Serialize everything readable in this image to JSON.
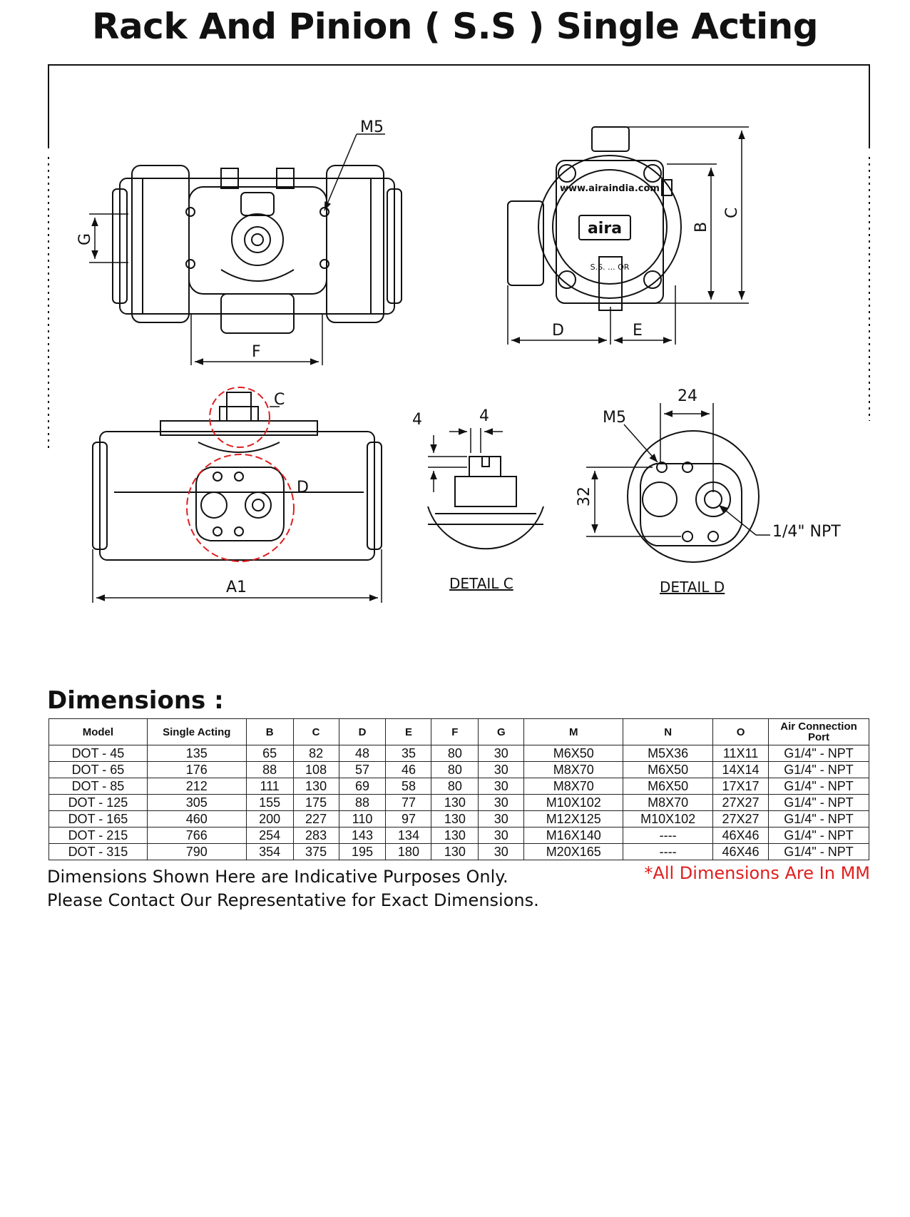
{
  "title": "Rack And Pinion ( S.S ) Single Acting",
  "drawing": {
    "labels": {
      "m5_top": "M5",
      "g": "G",
      "f": "F",
      "b": "B",
      "c_dim": "C",
      "d_dim": "D",
      "e_dim": "E",
      "c_callout": "C",
      "d_callout": "D",
      "a1": "A1",
      "detail_c_4a": "4",
      "detail_c_4b": "4",
      "detail_c": "DETAIL C",
      "detail_d_24": "24",
      "detail_d_m5": "M5",
      "detail_d_32": "32",
      "detail_d_npt": "1/4\" NPT",
      "detail_d": "DETAIL D",
      "logo_ring_text": "www.airaindia.com",
      "logo_center": "aira",
      "logo_bottom": "S.S. ... OR"
    }
  },
  "dimensions_heading": "Dimensions :",
  "table": {
    "headers": [
      "Model",
      "Single Acting",
      "B",
      "C",
      "D",
      "E",
      "F",
      "G",
      "M",
      "N",
      "O",
      "Air Connection Port"
    ],
    "rows": [
      [
        "DOT - 45",
        "135",
        "65",
        "82",
        "48",
        "35",
        "80",
        "30",
        "M6X50",
        "M5X36",
        "11X11",
        "G1/4\" - NPT"
      ],
      [
        "DOT - 65",
        "176",
        "88",
        "108",
        "57",
        "46",
        "80",
        "30",
        "M8X70",
        "M6X50",
        "14X14",
        "G1/4\" - NPT"
      ],
      [
        "DOT - 85",
        "212",
        "111",
        "130",
        "69",
        "58",
        "80",
        "30",
        "M8X70",
        "M6X50",
        "17X17",
        "G1/4\" - NPT"
      ],
      [
        "DOT - 125",
        "305",
        "155",
        "175",
        "88",
        "77",
        "130",
        "30",
        "M10X102",
        "M8X70",
        "27X27",
        "G1/4\" - NPT"
      ],
      [
        "DOT - 165",
        "460",
        "200",
        "227",
        "110",
        "97",
        "130",
        "30",
        "M12X125",
        "M10X102",
        "27X27",
        "G1/4\" - NPT"
      ],
      [
        "DOT - 215",
        "766",
        "254",
        "283",
        "143",
        "134",
        "130",
        "30",
        "M16X140",
        "----",
        "46X46",
        "G1/4\" - NPT"
      ],
      [
        "DOT - 315",
        "790",
        "354",
        "375",
        "195",
        "180",
        "130",
        "30",
        "M20X165",
        "----",
        "46X46",
        "G1/4\" - NPT"
      ]
    ]
  },
  "notes": {
    "line1": "Dimensions Shown Here are Indicative Purposes Only.",
    "line2": "Please Contact Our Representative for Exact Dimensions.",
    "red": "*All Dimensions Are In MM"
  },
  "colors": {
    "accent_red": "#e01e1e",
    "ink": "#111111"
  }
}
